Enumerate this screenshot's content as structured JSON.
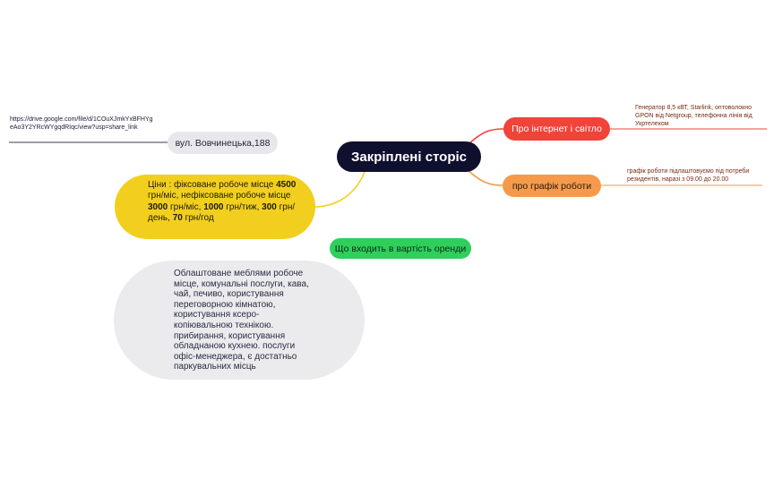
{
  "root": {
    "title": "Закріплені сторіс"
  },
  "topics": {
    "internet": {
      "label": "Про інтернет і світло",
      "note": "Генератор 8,5 кВТ, Starlink, оптоволокно GPON від Netgroup, телефонна лінія від Укртелеком"
    },
    "schedule": {
      "label": "про графік роботи",
      "note": "графік роботи підлаштовуємо під потреби резидентів, наразі з 09.00 до 20.00"
    },
    "address": {
      "label": "вул. Вовчинецька,188",
      "link": "https://drive.google.com/file/d/1COuXJmkYxBFHYgeAo3Y2YRcWYgqdRIqc/view?usp=share_link"
    },
    "prices": {
      "p1": "Ціни : фіксоване робоче місце ",
      "v1": "4500",
      "p2": " грн/міс, нефіксоване робоче місце ",
      "v2": "3000",
      "p3": " грн/міс, ",
      "v3": "1000",
      "p4": " грн/тиж, ",
      "v4": "300",
      "p5": " грн/день, ",
      "v5": "70",
      "p6": " грн/год"
    },
    "included": {
      "label": "Що входить в вартість оренди",
      "details": "Облаштоване меблями робоче місце, комунальні послуги, кава, чай, печиво, користування переговорною кімнатою, користування ксеро-копіювальною технікою. прибирання, користування обладнаною кухнею. послуги офіс-менеджера, є достатньо паркувальних місць"
    }
  },
  "colors": {
    "root": "#0f0f2e",
    "internet": "#f0433a",
    "schedule": "#f59a4b",
    "address": "#e8e8ec",
    "prices": "#f2cf1e",
    "included": "#2fcf5c",
    "services": "#ebebee"
  }
}
